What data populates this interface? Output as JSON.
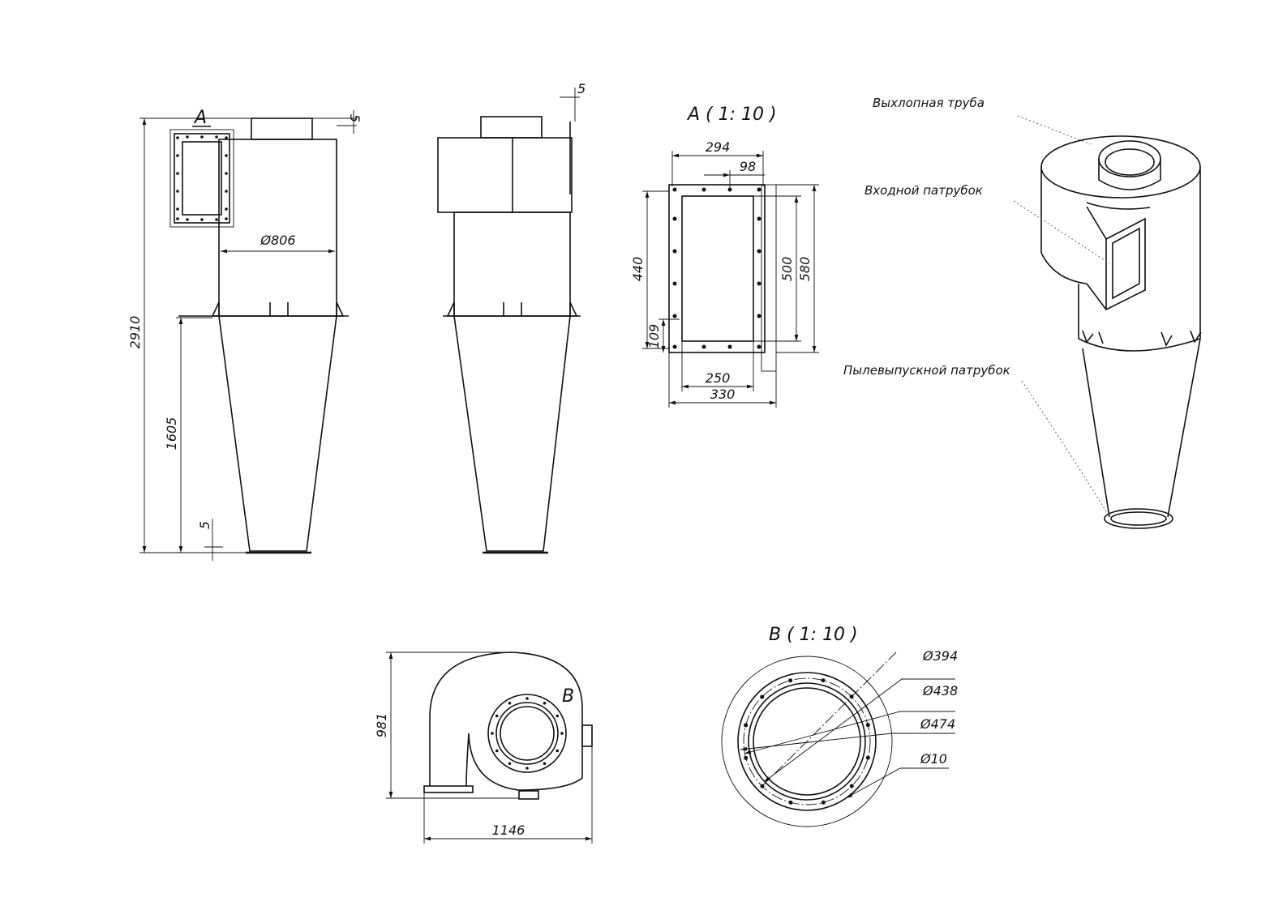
{
  "front_view": {
    "marker": "A",
    "dim_total_height": "2910",
    "dim_lower_height": "1605",
    "dim_diameter": "Ø806",
    "dim_top_small": "5",
    "dim_bottom_small": "5"
  },
  "side_view": {
    "dim_top_small": "5"
  },
  "view_a": {
    "title": "A ( 1: 10 )",
    "dim_width_outer_top": "294",
    "dim_bolt_step": "98",
    "dim_height_inner": "500",
    "dim_height_outer": "580",
    "dim_height_left": "440",
    "dim_bolt_offset": "109",
    "dim_width_inner": "250",
    "dim_width_outer": "330"
  },
  "iso_view": {
    "label_exhaust": "Выхлопная труба",
    "label_inlet": "Входной патрубок",
    "label_dust": "Пылевыпускной патрубок"
  },
  "top_view": {
    "marker": "B",
    "dim_height": "981",
    "dim_width": "1146"
  },
  "view_b": {
    "title": "B ( 1: 10 )",
    "dim_d394": "Ø394",
    "dim_d438": "Ø438",
    "dim_d474": "Ø474",
    "dim_d10": "Ø10"
  }
}
